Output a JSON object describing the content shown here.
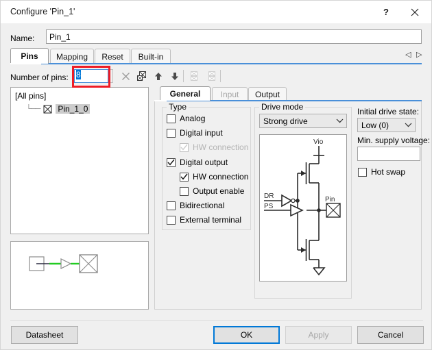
{
  "window": {
    "title": "Configure 'Pin_1'",
    "help_label": "?",
    "close_label": "✕"
  },
  "name_row": {
    "label": "Name:",
    "value": "Pin_1",
    "placeholder": ""
  },
  "tabs": {
    "items": [
      {
        "id": "pins",
        "label": "Pins",
        "selected": true
      },
      {
        "id": "mapping",
        "label": "Mapping",
        "selected": false
      },
      {
        "id": "reset",
        "label": "Reset",
        "selected": false
      },
      {
        "id": "builtin",
        "label": "Built-in",
        "selected": false
      }
    ],
    "nav_prev": "◁",
    "nav_next": "▷"
  },
  "toolbar": {
    "pins_label": "Number of pins:",
    "pins_value": "8",
    "delete_icon": "delete-x-icon",
    "rename_icon": "rename-pin-icon",
    "move_up_icon": "move-up-arrow-icon",
    "move_down_icon": "move-down-arrow-icon",
    "expand_icon": "expand-pins-icon",
    "collapse_icon": "collapse-pins-icon"
  },
  "tree": {
    "root_label": "[All pins]",
    "items": [
      {
        "label": "Pin_1_0",
        "selected": true,
        "icon": "pin-terminal-icon"
      }
    ]
  },
  "preview": {
    "caption": "pin-schematic-preview"
  },
  "subtabs": {
    "items": [
      {
        "id": "general",
        "label": "General",
        "selected": true,
        "disabled": false
      },
      {
        "id": "input",
        "label": "Input",
        "selected": false,
        "disabled": true
      },
      {
        "id": "output",
        "label": "Output",
        "selected": false,
        "disabled": false
      }
    ]
  },
  "type_group": {
    "title": "Type",
    "options": [
      {
        "label": "Analog",
        "checked": false,
        "disabled": false,
        "indent": 0
      },
      {
        "label": "Digital input",
        "checked": false,
        "disabled": false,
        "indent": 0
      },
      {
        "label": "HW connection",
        "checked": true,
        "disabled": true,
        "indent": 1
      },
      {
        "label": "Digital output",
        "checked": true,
        "disabled": false,
        "indent": 0
      },
      {
        "label": "HW connection",
        "checked": true,
        "disabled": false,
        "indent": 1
      },
      {
        "label": "Output enable",
        "checked": false,
        "disabled": false,
        "indent": 1
      },
      {
        "label": "Bidirectional",
        "checked": false,
        "disabled": false,
        "indent": 0
      },
      {
        "label": "External terminal",
        "checked": false,
        "disabled": false,
        "indent": 0
      }
    ]
  },
  "drive_group": {
    "title": "Drive mode",
    "selected": "Strong drive",
    "options": [
      "Strong drive"
    ],
    "schematic": {
      "vdd_label": "Vio",
      "in_label_1": "DR",
      "in_label_2": "PS",
      "pin_label": "Pin"
    }
  },
  "right_fields": {
    "initial_drive_state_label": "Initial drive state:",
    "initial_drive_state_value": "Low (0)",
    "min_supply_voltage_label": "Min. supply voltage:",
    "min_supply_voltage_value": "",
    "hot_swap_label": "Hot swap",
    "hot_swap_checked": false
  },
  "footer": {
    "datasheet": "Datasheet",
    "ok": "OK",
    "apply": "Apply",
    "cancel": "Cancel",
    "apply_disabled": true,
    "ok_is_default": true
  },
  "colors": {
    "accent": "#0078d7",
    "tab_underline": "#4a90d9",
    "annotation": "#ee1c25",
    "selection": "#0078d7",
    "wire_green": "#22cc22"
  }
}
